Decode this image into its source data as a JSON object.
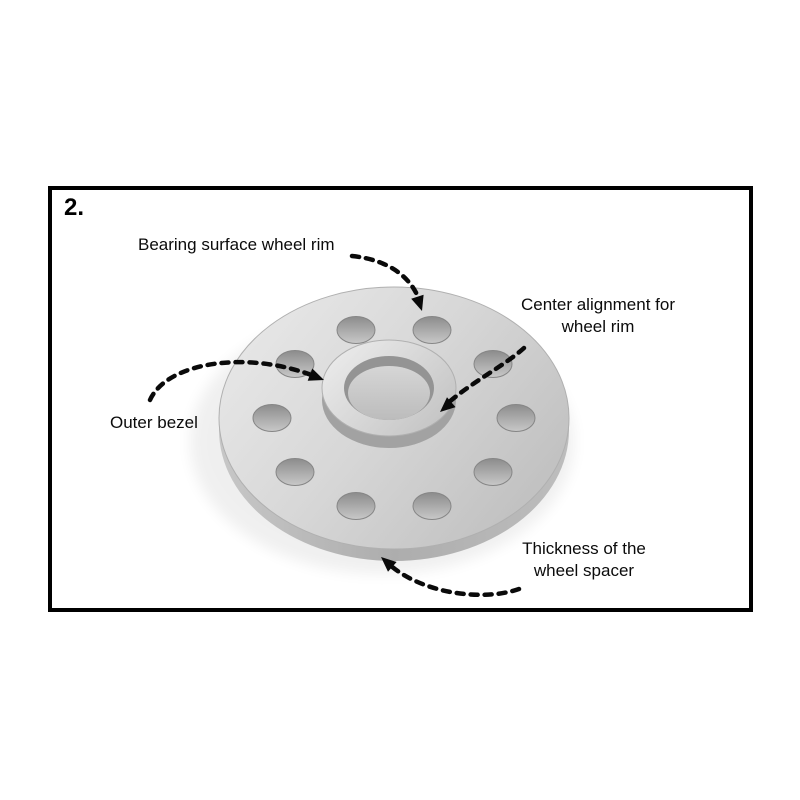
{
  "diagram": {
    "step_number": "2.",
    "labels": {
      "bearing_surface": "Bearing surface wheel rim",
      "center_alignment": [
        "Center alignment for",
        "wheel rim"
      ],
      "outer_bezel": "Outer bezel",
      "thickness": [
        "Thickness of the",
        "wheel spacer"
      ]
    },
    "colors": {
      "background": "#ffffff",
      "frame_border": "#000000",
      "text": "#0b0b0b",
      "arrow": "#0a0a0a",
      "spacer_highlight": "#e9e9e9",
      "spacer_base": "#cfcfcf",
      "spacer_side": "#b2b2b2",
      "hole_shadow": "#8f8f8f"
    }
  }
}
